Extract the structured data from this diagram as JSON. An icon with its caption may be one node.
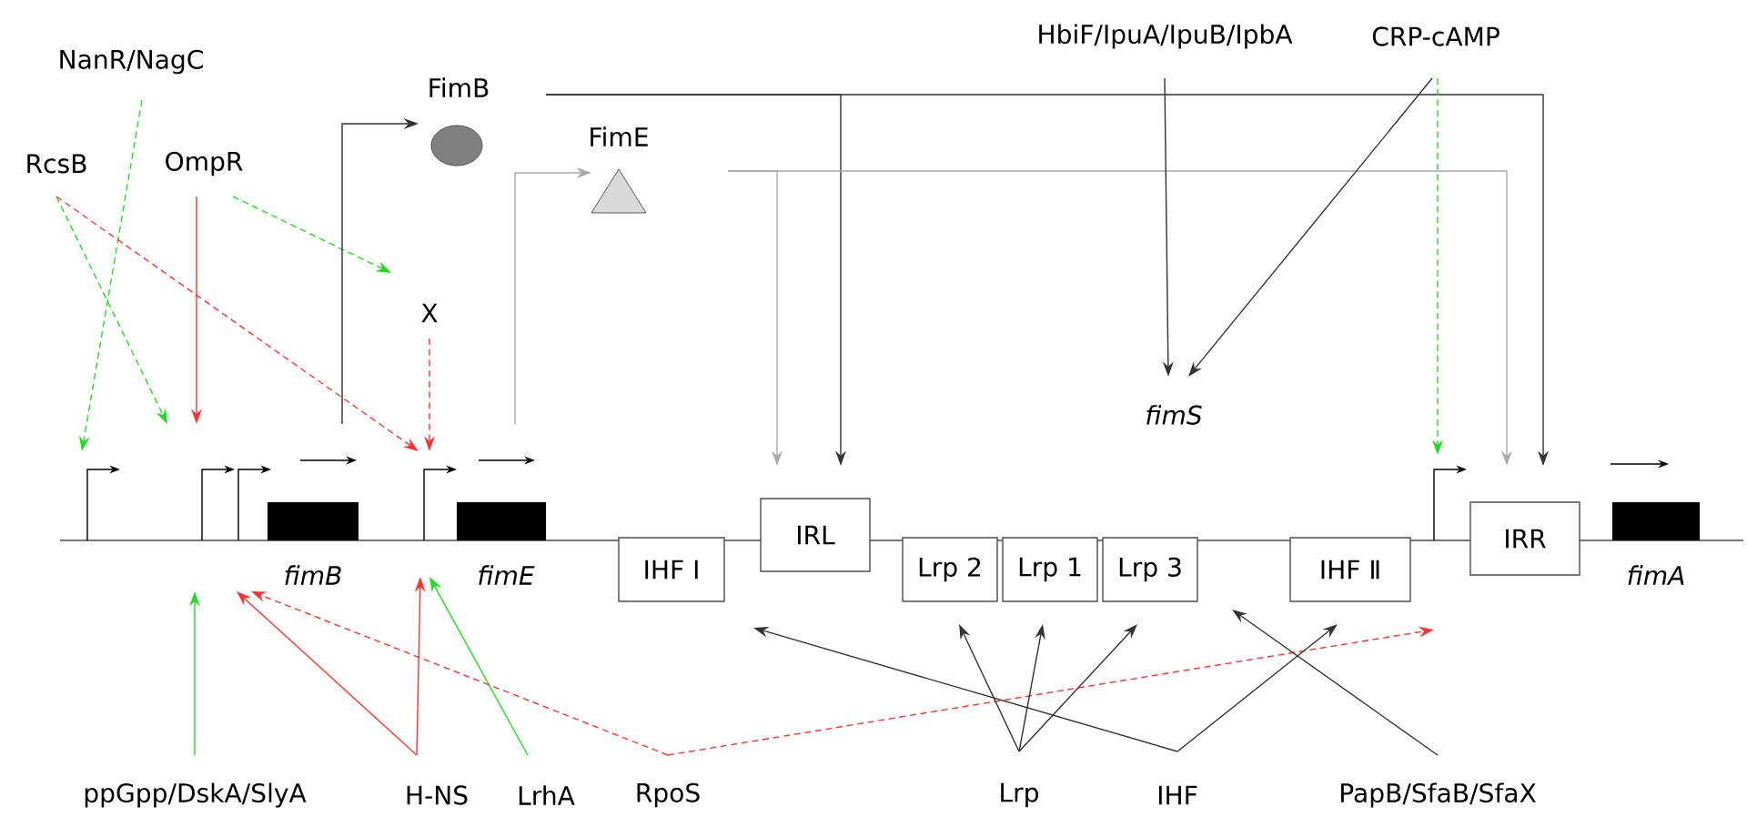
{
  "diagram": {
    "nodes": [
      {
        "text": [
          "NanR/NagC"
        ]
      },
      {
        "text": [
          "RcsB"
        ]
      },
      {
        "text": [
          "OmpR"
        ]
      },
      {
        "text": [
          "FimB"
        ]
      },
      {
        "text": [
          "FimE"
        ]
      },
      {
        "text": [
          "X"
        ]
      },
      {
        "text": [
          "HbiF/IpuA/IpuB/IpbA"
        ]
      },
      {
        "text": [
          "CRP-cAMP"
        ]
      },
      {
        "text": [
          "fimS"
        ]
      },
      {
        "text": [
          "fimB"
        ]
      },
      {
        "text": [
          "fimE"
        ]
      },
      {
        "text": [
          "IHF Ⅰ"
        ]
      },
      {
        "text": [
          "IRL"
        ]
      },
      {
        "text": [
          "Lrp 2"
        ]
      },
      {
        "text": [
          "Lrp 1"
        ]
      },
      {
        "text": [
          "Lrp 3"
        ]
      },
      {
        "text": [
          "IHF Ⅱ"
        ]
      },
      {
        "text": [
          "IRR"
        ]
      },
      {
        "text": [
          "fimA"
        ]
      },
      {
        "text": [
          "ppGpp/DskA/SlyA"
        ]
      },
      {
        "text": [
          "H-NS"
        ]
      },
      {
        "text": [
          "LrhA"
        ]
      },
      {
        "text": [
          "RpoS"
        ]
      },
      {
        "text": [
          "Lrp"
        ]
      },
      {
        "text": [
          "IHF"
        ]
      },
      {
        "text": [
          "PapB/SfaB/SfaX"
        ]
      }
    ],
    "edges": [
      {
        "from": 0,
        "to": null,
        "arrow": "to",
        "style": "dashed",
        "color": "#22dd22"
      },
      {
        "from": 1,
        "to": null,
        "arrow": "to",
        "style": "dashed",
        "color": "#22dd22"
      },
      {
        "from": 1,
        "to": null,
        "arrow": "to",
        "style": "dashed",
        "color": "#ff3333"
      },
      {
        "from": 2,
        "to": null,
        "arrow": "to",
        "color": "#ff3333"
      },
      {
        "from": 2,
        "to": 5,
        "arrow": "to",
        "style": "dashed",
        "color": "#22dd22"
      },
      {
        "from": 5,
        "to": null,
        "arrow": "to",
        "style": "dashed",
        "color": "#ff3333"
      },
      {
        "from": 9,
        "to": 3,
        "arrow": "to"
      },
      {
        "from": 3,
        "to": 12,
        "arrow": "to"
      },
      {
        "from": 3,
        "to": 17,
        "arrow": "to"
      },
      {
        "from": 10,
        "to": 4,
        "arrow": "to",
        "color": "#aaaaaa"
      },
      {
        "from": 4,
        "to": 12,
        "arrow": "to",
        "color": "#aaaaaa"
      },
      {
        "from": 4,
        "to": 17,
        "arrow": "to",
        "color": "#aaaaaa"
      },
      {
        "from": 6,
        "to": 8,
        "arrow": "to"
      },
      {
        "from": 7,
        "to": 8,
        "arrow": "to"
      },
      {
        "from": 7,
        "to": null,
        "arrow": "to",
        "style": "dashed",
        "color": "#22dd22"
      },
      {
        "from": 19,
        "to": null,
        "arrow": "to",
        "color": "#22dd22"
      },
      {
        "from": 20,
        "to": 9,
        "arrow": "to",
        "color": "#ff3333"
      },
      {
        "from": 20,
        "to": 10,
        "arrow": "to",
        "color": "#ff3333"
      },
      {
        "from": 21,
        "to": 10,
        "arrow": "to",
        "color": "#22dd22"
      },
      {
        "from": 22,
        "to": 9,
        "arrow": "to",
        "style": "dashed",
        "color": "#ff3333"
      },
      {
        "from": 22,
        "to": null,
        "arrow": "to",
        "style": "dashed",
        "color": "#ff3333"
      },
      {
        "from": 23,
        "to": 13,
        "arrow": "to"
      },
      {
        "from": 23,
        "to": 14,
        "arrow": "to"
      },
      {
        "from": 23,
        "to": 15,
        "arrow": "to"
      },
      {
        "from": 24,
        "to": 11,
        "arrow": "to"
      },
      {
        "from": 24,
        "to": 16,
        "arrow": "to"
      },
      {
        "from": 25,
        "to": null,
        "arrow": "to"
      }
    ]
  }
}
